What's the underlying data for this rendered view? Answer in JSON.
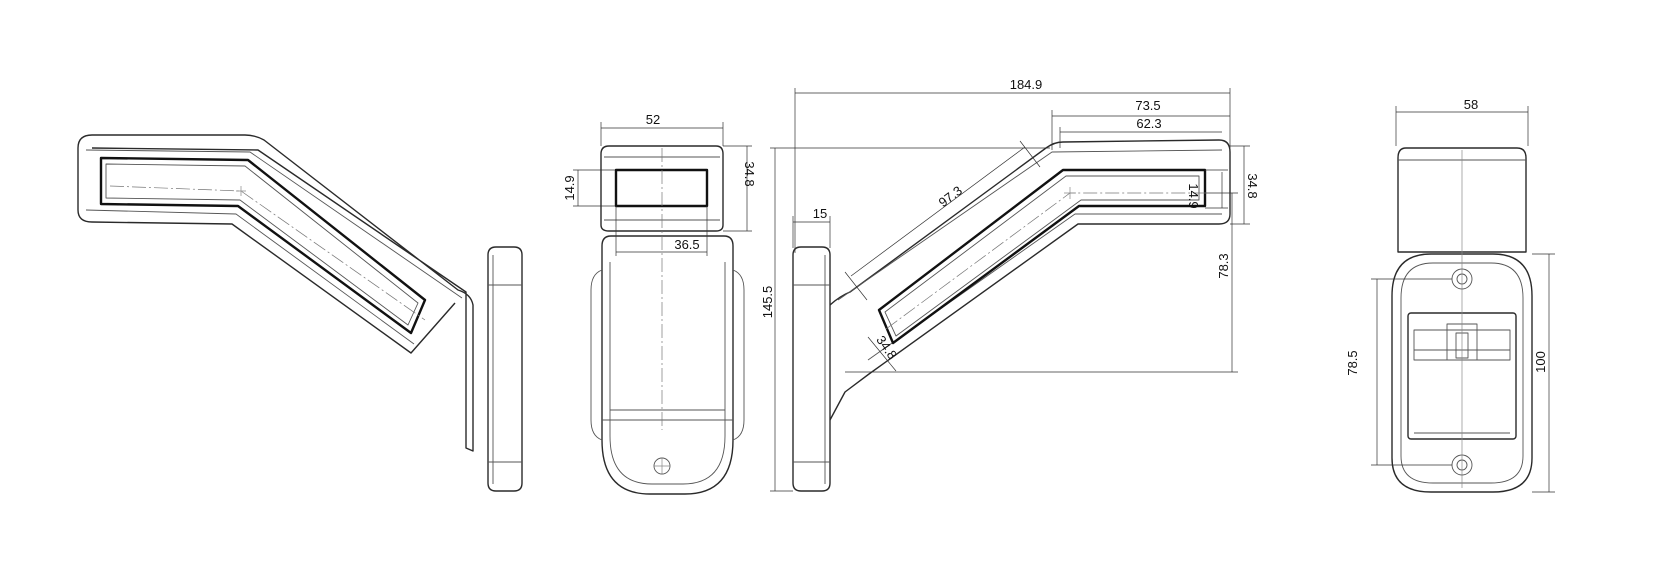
{
  "colors": {
    "outline": "#2a2a2a",
    "lens": "#111111",
    "dimension": "#333333"
  },
  "dimensions": {
    "front_width": "52",
    "front_lens_height": "14.9",
    "front_body_height": "34.8",
    "front_lens_width": "36.5",
    "side_overall_length": "184.9",
    "side_arm_length": "73.5",
    "side_lens_length": "62.3",
    "side_diagonal": "97.3",
    "side_base_thickness": "15",
    "side_total_height": "145.5",
    "side_head_height": "34.8",
    "side_lens_height": "14.9",
    "side_drop": "78.3",
    "side_arm_thickness": "34.8",
    "back_width": "58",
    "back_hole_spacing": "78.5",
    "back_plate_height": "100"
  }
}
